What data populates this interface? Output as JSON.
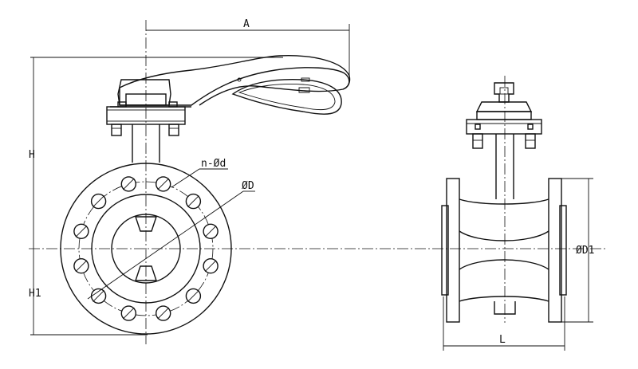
{
  "labels": {
    "A": "A",
    "H": "H",
    "H1": "H1",
    "n_d": "n-Ød",
    "D": "ØD",
    "D1": "ØD1",
    "L": "L"
  }
}
